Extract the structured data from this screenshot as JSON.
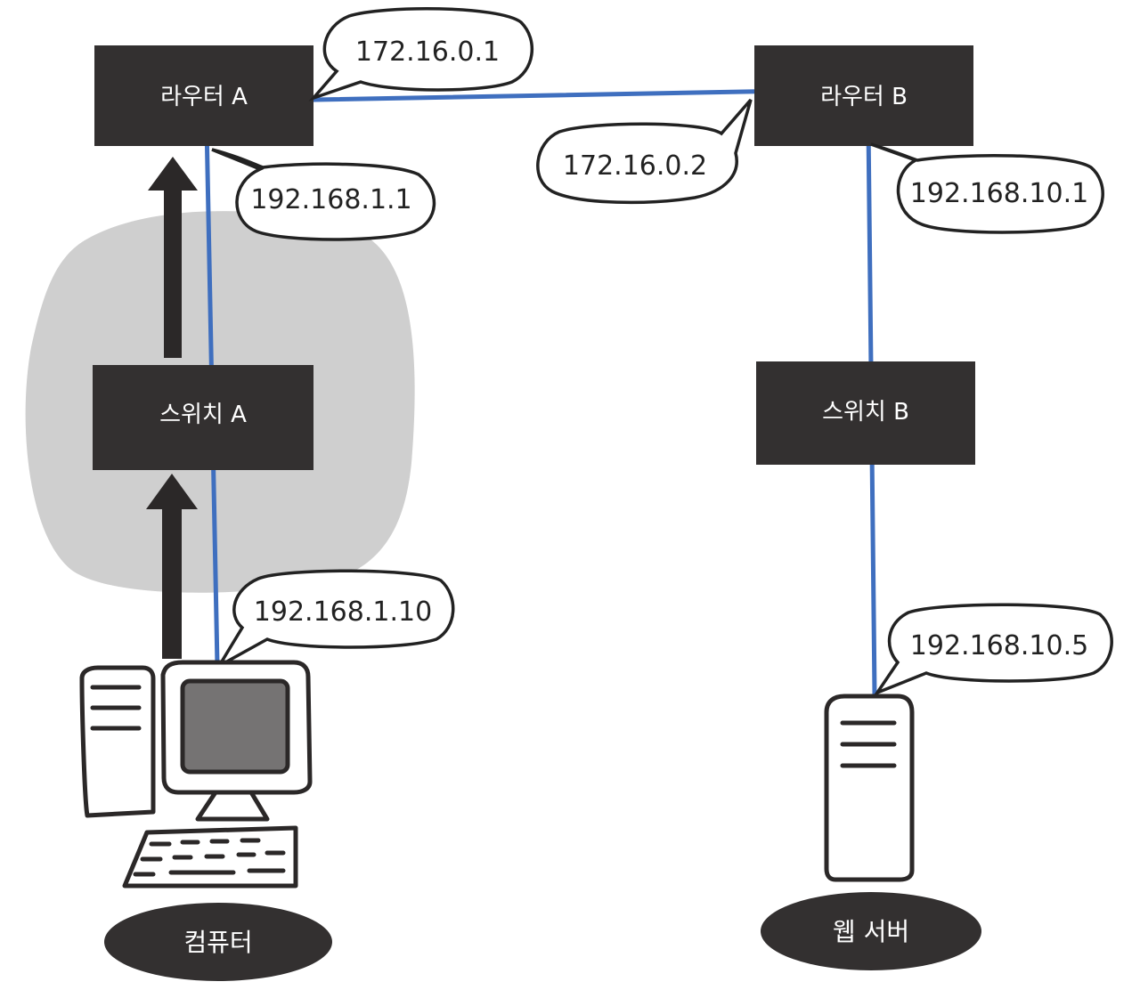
{
  "nodes": {
    "router_a": {
      "label": "라우터 A"
    },
    "router_b": {
      "label": "라우터 B"
    },
    "switch_a": {
      "label": "스위치 A"
    },
    "switch_b": {
      "label": "스위치 B"
    },
    "computer": {
      "label": "컴퓨터"
    },
    "web_server": {
      "label": "웹 서버"
    }
  },
  "addresses": {
    "router_a_wan": "172.16.0.1",
    "router_b_wan": "172.16.0.2",
    "router_a_lan": "192.168.1.1",
    "router_b_lan": "192.168.10.1",
    "computer_ip": "192.168.1.10",
    "server_ip": "192.168.10.5"
  },
  "colors": {
    "link": "#3f6fbf",
    "box": "#333030",
    "broadcast_area": "#cfcfcf"
  },
  "icons": {
    "computer": "desktop-computer-icon",
    "server": "server-tower-icon",
    "arrow": "arrow-up-icon"
  }
}
